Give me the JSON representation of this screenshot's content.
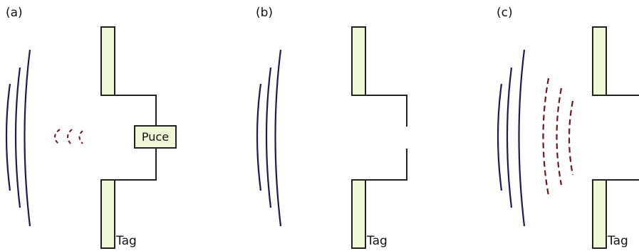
{
  "panels": [
    {
      "id": "a",
      "label": "(a)",
      "tag_label": "Tag",
      "chip_label": "Puce"
    },
    {
      "id": "b",
      "label": "(b)",
      "tag_label": "Tag"
    },
    {
      "id": "c",
      "label": "(c)",
      "tag_label": "Tag"
    }
  ],
  "colors": {
    "incident_wave": "#1a1a5e",
    "backscatter_wave": "#6b1a1a",
    "antenna_fill": "#eef7d6",
    "outline": "#222222"
  }
}
